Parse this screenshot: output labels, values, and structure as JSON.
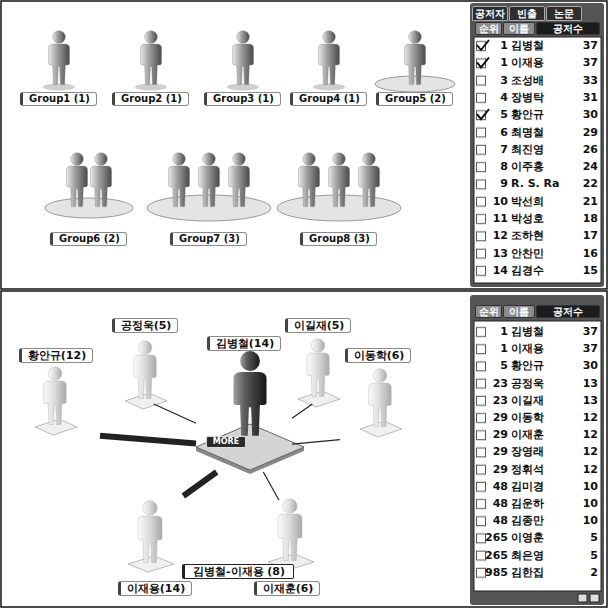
{
  "diagram": {
    "nodes": [
      {
        "text": [
          "Group1 (1)"
        ]
      },
      {
        "text": [
          "Group2 (1)"
        ]
      },
      {
        "text": [
          "Group3 (1)"
        ]
      },
      {
        "text": [
          "Group4 (1)"
        ]
      },
      {
        "text": [
          "Group5 (2)"
        ]
      },
      {
        "text": [
          "Group6 (2)"
        ]
      },
      {
        "text": [
          "Group7 (3)"
        ]
      },
      {
        "text": [
          "Group8 (3)"
        ]
      },
      {
        "text": [
          "공정욱(5)"
        ]
      },
      {
        "text": [
          "이길재(5)"
        ]
      },
      {
        "text": [
          "김병철(14)"
        ]
      },
      {
        "text": [
          "황안규(12)"
        ]
      },
      {
        "text": [
          "이동학(6)"
        ]
      },
      {
        "text": [
          "이재용(14)"
        ]
      },
      {
        "text": [
          "이재훈(6)"
        ]
      }
    ],
    "edges": [
      {
        "from": 10,
        "to": 8,
        "arrow": "none"
      },
      {
        "from": 10,
        "to": 9,
        "arrow": "none"
      },
      {
        "from": 10,
        "to": 11,
        "arrow": "none"
      },
      {
        "from": 10,
        "to": 12,
        "arrow": "none"
      },
      {
        "from": 10,
        "to": 13,
        "label": "김병철-이재용 (8)",
        "arrow": "none"
      },
      {
        "from": 10,
        "to": 14,
        "arrow": "none"
      }
    ],
    "labels": [
      "공저자",
      "빈출",
      "논문",
      "순위",
      "이름",
      "공저수",
      "1",
      "김병철",
      "37",
      "1",
      "이재용",
      "37",
      "3",
      "조성배",
      "33",
      "4",
      "장병탁",
      "31",
      "5",
      "황안규",
      "30",
      "6",
      "최명철",
      "29",
      "7",
      "최진영",
      "26",
      "8",
      "이주홍",
      "24",
      "9",
      "R. S. Ra",
      "22",
      "10",
      "박선희",
      "21",
      "11",
      "박성호",
      "18",
      "12",
      "조하현",
      "17",
      "13",
      "안찬민",
      "16",
      "14",
      "김경수",
      "15",
      "MORE",
      "순위",
      "이름",
      "공저수",
      "1",
      "김병철",
      "37",
      "1",
      "이재용",
      "37",
      "5",
      "황안규",
      "30",
      "23",
      "공정욱",
      "13",
      "23",
      "이길재",
      "13",
      "29",
      "이동학",
      "12",
      "29",
      "이재훈",
      "12",
      "29",
      "장영래",
      "12",
      "29",
      "정휘석",
      "12",
      "48",
      "김미경",
      "10",
      "48",
      "김운하",
      "10",
      "48",
      "김종만",
      "10",
      "265",
      "이영훈",
      "5",
      "265",
      "최은영",
      "5",
      "985",
      "김한집",
      "2"
    ]
  }
}
